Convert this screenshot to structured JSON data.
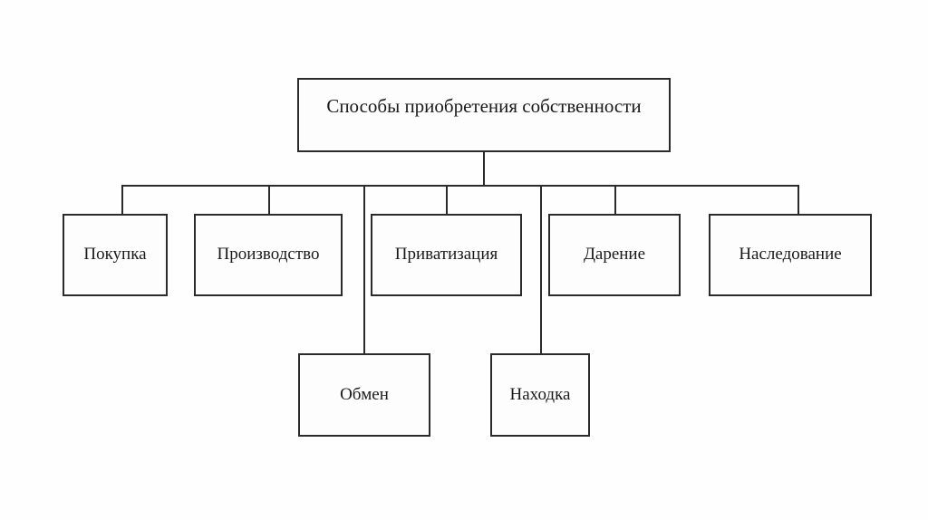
{
  "diagram": {
    "title_node": {
      "id": "root",
      "label": "Способы приобретения собственности"
    },
    "level2": [
      {
        "id": "pokupka",
        "label": "Покупка"
      },
      {
        "id": "proizvodstvo",
        "label": "Производство"
      },
      {
        "id": "privatizacia",
        "label": "Приватизация"
      },
      {
        "id": "darenie",
        "label": "Дарение"
      },
      {
        "id": "nasledovanie",
        "label": "Наследование"
      }
    ],
    "level3": [
      {
        "id": "obmen",
        "label": "Обмен"
      },
      {
        "id": "nahodka",
        "label": "Находка"
      }
    ],
    "colors": {
      "background": "#fefefe",
      "box_fill": "#fdfdfd",
      "box_border": "#2b2b2b",
      "connector": "#2b2b2b",
      "text": "#1a1a1a"
    }
  }
}
